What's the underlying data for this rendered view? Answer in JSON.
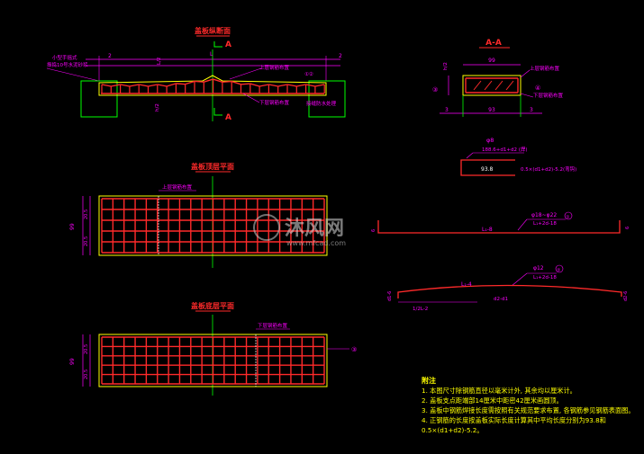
{
  "colors": {
    "background": "#000000",
    "rebar": "#ff2a2a",
    "outline": "#ffff00",
    "dimension": "#ff00ff",
    "support": "#00ff00",
    "label": "#ffffff"
  },
  "views": {
    "elevation_title": "盖板纵断面",
    "plan_top_title": "盖板顶层平面",
    "plan_bottom_title": "盖板底层平面",
    "section_title": "A-A",
    "section_mark": "A"
  },
  "elevation": {
    "dim_left": "2",
    "dim_center": "L",
    "dim_right": "2",
    "dim_half": "L/2",
    "dim_height": "h/2",
    "note_line1": "小型手摇式",
    "note_line2": "振捣10号水泥砂浆",
    "callout_top": "上层钢筋布置",
    "callout_bottom": "下层钢筋布置",
    "callout_right": "①②",
    "callout_support": "接缝防水处理"
  },
  "plan_top": {
    "callout": "上层钢筋布置",
    "dim_width": "99",
    "dim_a": "20.5",
    "dim_b": "20.5"
  },
  "plan_bottom": {
    "callout": "下层钢筋布置",
    "dim_width": "99",
    "dim_a": "20.5",
    "dim_b": "20.5",
    "mark": "③"
  },
  "section": {
    "dim_width": "99",
    "dim_h": "h/2",
    "dim_left": "3",
    "dim_right": "3",
    "dim_bottom": "93",
    "callout_top": "上层钢筋布置",
    "callout_bottom": "下层钢筋布置",
    "mark_left": "③",
    "mark_right": "④"
  },
  "stirrup": {
    "label": "φ8",
    "formula": "188.6+d1+d2 (焊)",
    "inner_dim": "93.8",
    "side_formula": "0.5×(d1+d2)-5.2(弯钩)"
  },
  "bar1": {
    "label": "φ18~φ22",
    "formula": "L₁+2d-18",
    "length": "L₁-8",
    "circle": "①",
    "end_left": "6",
    "end_right": "6"
  },
  "bar2": {
    "label": "φ12",
    "formula": "L₁+2d-18",
    "length": "L₁-4",
    "sub_dims": "1/2L-2",
    "tail": "d2-d1",
    "circle": "②",
    "end_left": "d1-6",
    "end_right": "d2-6"
  },
  "watermark": {
    "brand": "沐风网",
    "url": "www.mfcad.com"
  },
  "notes": {
    "title": "附注",
    "items": [
      "1. 本图尺寸除钢筋直径以毫米计外, 其余均以厘米计。",
      "2. 盖板支点距端部14厘米中距密42厘米画圆顶。",
      "3. 盖板中钢筋焊接长度需按照有关规范要求布置, 各钢筋参见钢筋表面图。",
      "4. 正钢筋的长度按盖板实际长度计算其中平均长度分别为93.8和0.5×(d1+d2)-5.2。"
    ]
  }
}
